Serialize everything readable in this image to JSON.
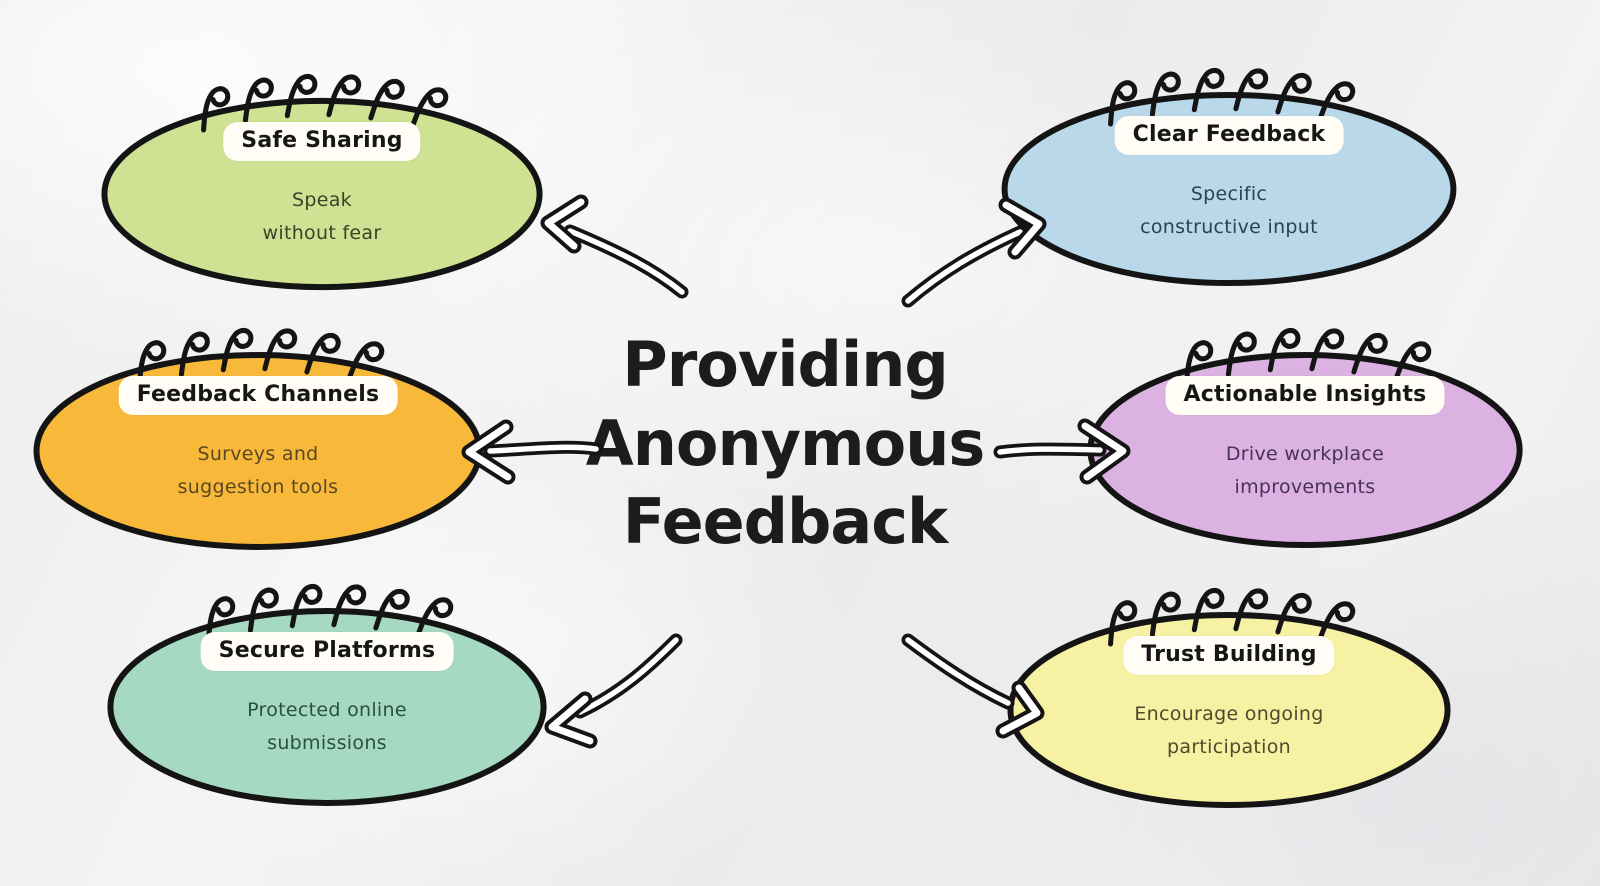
{
  "title": {
    "lines": [
      "Providing",
      "Anonymous",
      "Feedback"
    ],
    "color": "#1c1c1c"
  },
  "ui": {
    "background_color": "#f0f0f1",
    "outline_color": "#141414",
    "pill_bg": "#fffdf6"
  },
  "nodes": [
    {
      "id": "safe-sharing",
      "label": "Safe Sharing",
      "desc": [
        "Speak",
        "without fear"
      ],
      "fill": "#cfe193",
      "text_color": "#39432a"
    },
    {
      "id": "clear-feedback",
      "label": "Clear Feedback",
      "desc": [
        "Specific",
        "constructive input"
      ],
      "fill": "#b9d8e9",
      "text_color": "#2d4152"
    },
    {
      "id": "feedback-channels",
      "label": "Feedback Channels",
      "desc": [
        "Surveys and",
        "suggestion tools"
      ],
      "fill": "#f8b93b",
      "text_color": "#5b4722"
    },
    {
      "id": "actionable-insights",
      "label": "Actionable Insights",
      "desc": [
        "Drive workplace",
        "improvements"
      ],
      "fill": "#dcb2e3",
      "text_color": "#46325a"
    },
    {
      "id": "secure-platforms",
      "label": "Secure Platforms",
      "desc": [
        "Protected online",
        "submissions"
      ],
      "fill": "#a5d9c1",
      "text_color": "#2d4f3e"
    },
    {
      "id": "trust-building",
      "label": "Trust Building",
      "desc": [
        "Encourage ongoing",
        "participation"
      ],
      "fill": "#f7f1a4",
      "text_color": "#4e4a2b"
    }
  ],
  "arrows": [
    {
      "from": "center-title",
      "to": "safe-sharing"
    },
    {
      "from": "center-title",
      "to": "clear-feedback"
    },
    {
      "from": "center-title",
      "to": "feedback-channels"
    },
    {
      "from": "center-title",
      "to": "actionable-insights"
    },
    {
      "from": "center-title",
      "to": "secure-platforms"
    },
    {
      "from": "center-title",
      "to": "trust-building"
    }
  ]
}
